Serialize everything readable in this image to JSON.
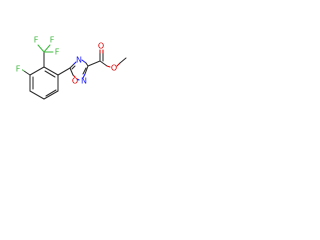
{
  "structure": {
    "atom_labels": {
      "f_ring": "F",
      "f_cf3_top_left": "F",
      "f_cf3_top_right": "F",
      "f_cf3_right": "F",
      "n_upper": "N",
      "n_lower": "N",
      "o_ring": "O",
      "o_carbonyl": "O",
      "o_ester": "O"
    },
    "colors": {
      "bond": "#2b2b2b",
      "oxygen": "#e00000",
      "nitrogen": "#1a1aff",
      "fluorine": "#3dba3d"
    }
  }
}
